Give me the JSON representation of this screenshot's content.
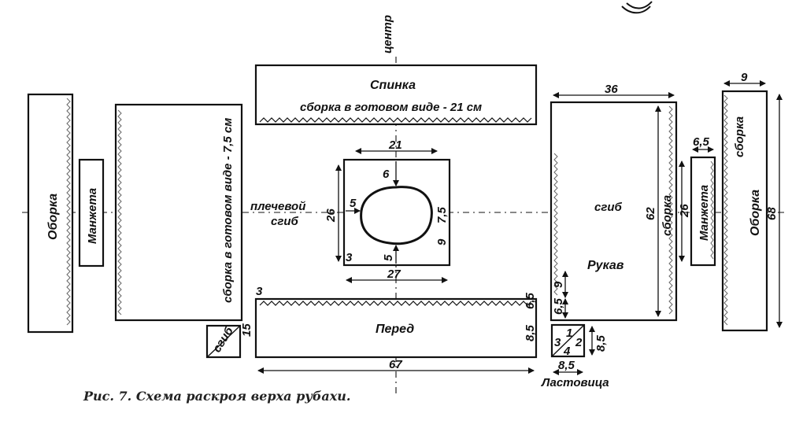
{
  "center_label": "центр",
  "back": {
    "title": "Спинка",
    "note": "сборка в готовом виде - 21 см"
  },
  "front": {
    "title": "Перед",
    "width": "67",
    "height": "15",
    "offset": "3",
    "right_top": "6,5",
    "right_bottom": "8,5"
  },
  "front_fold": "сгиб",
  "left_frill": {
    "title": "Оборка"
  },
  "left_cuff": {
    "title": "Манжета"
  },
  "left_panel": {
    "note": "сборка в готовом виде - 7,5 см"
  },
  "shoulder_fold": [
    "плечевой",
    "сгиб"
  ],
  "neck": {
    "top": "21",
    "bottom": "27",
    "height": "26",
    "upper": "6",
    "lower": "5",
    "left": "5",
    "right_upper": "7,5",
    "right_lower": "9",
    "corner": "3"
  },
  "sleeve": {
    "title": "Рукав",
    "fold": "сгиб",
    "width": "36",
    "height": "62",
    "gather": "сборка",
    "small_a": "9",
    "small_b": "6,5"
  },
  "right_cuff": {
    "title": "Манжета",
    "width": "6,5",
    "height": "26"
  },
  "right_frill": {
    "title": "Оборка",
    "gather": "сборка",
    "width": "9",
    "height": "68"
  },
  "gusset": {
    "title": "Ластовица",
    "n1": "1",
    "n2": "2",
    "n3": "3",
    "n4": "4",
    "width": "8,5",
    "height": "8,5"
  },
  "caption": "Рис. 7. Схема раскроя верха рубахи."
}
